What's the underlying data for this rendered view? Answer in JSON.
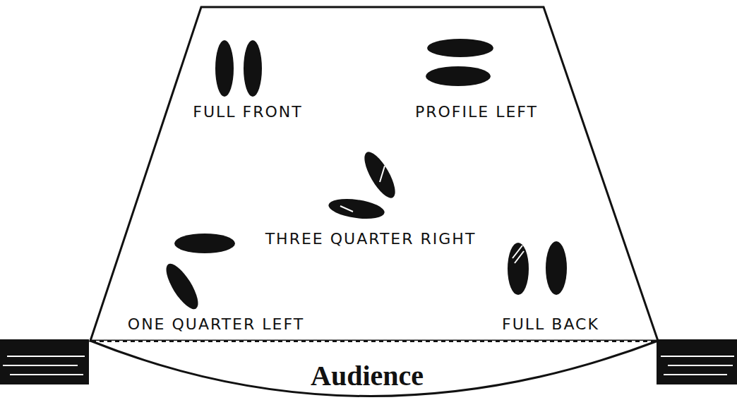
{
  "diagram": {
    "labels": [
      "FULL FRONT",
      "PROFILE LEFT",
      "THREE QUARTER RIGHT",
      "ONE QUARTER LEFT",
      "FULL BACK",
      "Audience"
    ]
  }
}
